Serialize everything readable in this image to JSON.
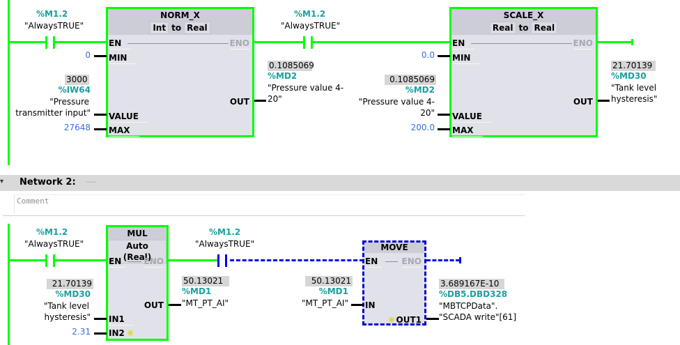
{
  "network1": {
    "contact1": {
      "address": "%M1.2",
      "symbol": "\"AlwaysTRUE\""
    },
    "norm_x": {
      "title": "NORM_X",
      "type_from": "Int",
      "type_to_label": "to",
      "type_to": "Real",
      "pins": {
        "en": "EN",
        "eno": "ENO",
        "min": "MIN",
        "value": "VALUE",
        "max": "MAX",
        "out": "OUT"
      },
      "min_const": "0",
      "value_input": {
        "live_value": "3000",
        "address": "%IW64",
        "symbol_line1": "\"Pressure",
        "symbol_line2": "transmitter input\""
      },
      "max_const": "27648",
      "out_output": {
        "live_value": "0.1085069",
        "address": "%MD2",
        "symbol_line1": "\"Pressure value 4-",
        "symbol_line2": "20\""
      }
    },
    "contact2": {
      "address": "%M1.2",
      "symbol": "\"AlwaysTRUE\""
    },
    "scale_x": {
      "title": "SCALE_X",
      "type_from": "Real",
      "type_to_label": "to",
      "type_to": "Real",
      "pins": {
        "en": "EN",
        "eno": "ENO",
        "min": "MIN",
        "value": "VALUE",
        "max": "MAX",
        "out": "OUT"
      },
      "min_const": "0.0",
      "value_input": {
        "live_value": "0.1085069",
        "address": "%MD2",
        "symbol_line1": "\"Pressure value 4-",
        "symbol_line2": "20\""
      },
      "max_const": "200.0",
      "out_output": {
        "live_value": "21.70139",
        "address": "%MD30",
        "symbol_line1": "\"Tank level",
        "symbol_line2": "hysteresis\""
      }
    }
  },
  "network2": {
    "header": {
      "title": "Network 2:",
      "dots": ".....",
      "comment_placeholder": "Comment"
    },
    "contact1": {
      "address": "%M1.2",
      "symbol": "\"AlwaysTRUE\""
    },
    "mul": {
      "title": "MUL",
      "type": "Auto (Real)",
      "pins": {
        "en": "EN",
        "eno": "ENO",
        "in1": "IN1",
        "in2": "IN2",
        "out": "OUT"
      },
      "in1_input": {
        "live_value": "21.70139",
        "address": "%MD30",
        "symbol_line1": "\"Tank level",
        "symbol_line2": "hysteresis\""
      },
      "in2_const": "2.31",
      "out_output": {
        "live_value": "50.13021",
        "address": "%MD1",
        "symbol": "\"MT_PT_AI\""
      }
    },
    "contact2": {
      "address": "%M1.2",
      "symbol": "\"AlwaysTRUE\""
    },
    "move": {
      "title": "MOVE",
      "pins": {
        "en": "EN",
        "eno": "ENO",
        "in": "IN",
        "out1": "OUT1"
      },
      "in_input": {
        "live_value": "50.13021",
        "address": "%MD1",
        "symbol": "\"MT_PT_AI\""
      },
      "out1_output": {
        "live_value": "3.689167E-10",
        "address": "%DB5.DBD328",
        "symbol_line1": "\"MBTCPData\".",
        "symbol_line2": "\"SCADA write\"[61]"
      }
    }
  },
  "icons": {
    "add_input": "star-icon",
    "collapse": "triangle-icon"
  },
  "colors": {
    "powered": "#00ff00",
    "selected": "#0000ee",
    "address": "#1aa0a0",
    "constant": "#3a6fd8",
    "box_fill": "#e1e1e9"
  }
}
